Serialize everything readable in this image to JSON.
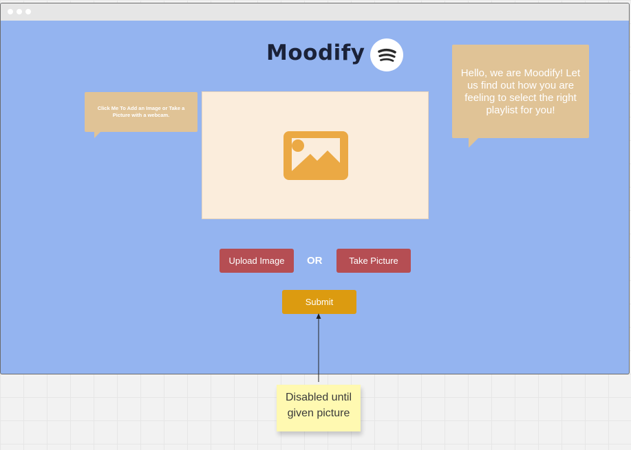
{
  "header": {
    "title": "Moodify",
    "logo_icon": "spotify-icon"
  },
  "tooltips": {
    "add_image_hint": "Click Me To Add an Image or Take a Picture with a webcam.",
    "welcome_message": "Hello, we are Moodify! Let us find out how you are feeling to select the right playlist for you!"
  },
  "dropzone": {
    "icon": "image-placeholder-icon"
  },
  "actions": {
    "upload_label": "Upload Image",
    "or_label": "OR",
    "take_picture_label": "Take Picture",
    "submit_label": "Submit"
  },
  "annotation": {
    "note": "Disabled until given picture"
  },
  "colors": {
    "background": "#94b4f0",
    "bubble": "#e0c396",
    "button_red": "#b54e53",
    "button_submit": "#dc9b10",
    "sticky_note": "#fff9b1",
    "image_icon": "#eba944"
  }
}
